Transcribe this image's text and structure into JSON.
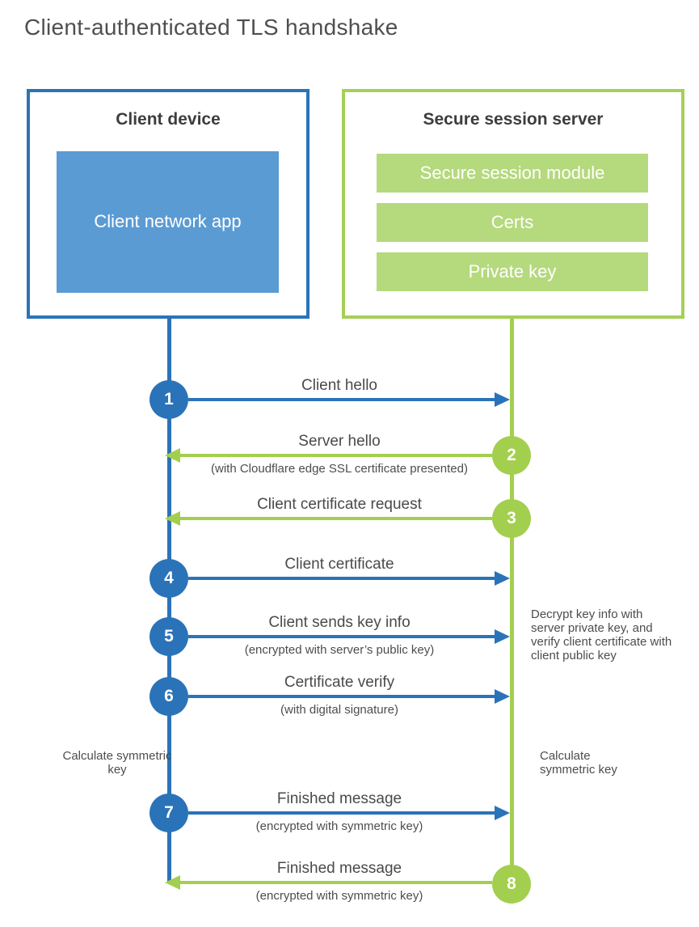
{
  "page": {
    "title": "Client-authenticated TLS handshake"
  },
  "colors": {
    "client_accent": "#2b73b8",
    "client_fill": "#5b9bd3",
    "server_accent": "#a3cf4f",
    "server_fill": "#b5d97d",
    "text": "#4d4d4d"
  },
  "client": {
    "title": "Client device",
    "app_label": "Client network app"
  },
  "server": {
    "title": "Secure session server",
    "modules": [
      "Secure session module",
      "Certs",
      "Private key"
    ]
  },
  "flows": [
    {
      "step": "1",
      "label": "Client hello",
      "direction": "client-to-server"
    },
    {
      "step": "2",
      "label": "Server hello",
      "sublabel": "(with Cloudflare edge SSL certificate presented)",
      "direction": "server-to-client"
    },
    {
      "step": "3",
      "label": "Client certificate request",
      "direction": "server-to-client"
    },
    {
      "step": "4",
      "label": "Client certificate",
      "direction": "client-to-server"
    },
    {
      "step": "5",
      "label": "Client sends key info",
      "sublabel": "(encrypted with server’s public key)",
      "direction": "client-to-server"
    },
    {
      "step": "6",
      "label": "Certificate verify",
      "sublabel": "(with digital signature)",
      "direction": "client-to-server"
    },
    {
      "step": "7",
      "label": "Finished message",
      "sublabel": "(encrypted with symmetric key)",
      "direction": "client-to-server"
    },
    {
      "step": "8",
      "label": "Finished message",
      "sublabel": "(encrypted with symmetric key)",
      "direction": "server-to-client"
    }
  ],
  "notes": {
    "decrypt": "Decrypt key info with server private key, and verify client certificate with client public key",
    "calc_left": "Calculate symmetric key",
    "calc_right": "Calculate symmetric key"
  }
}
